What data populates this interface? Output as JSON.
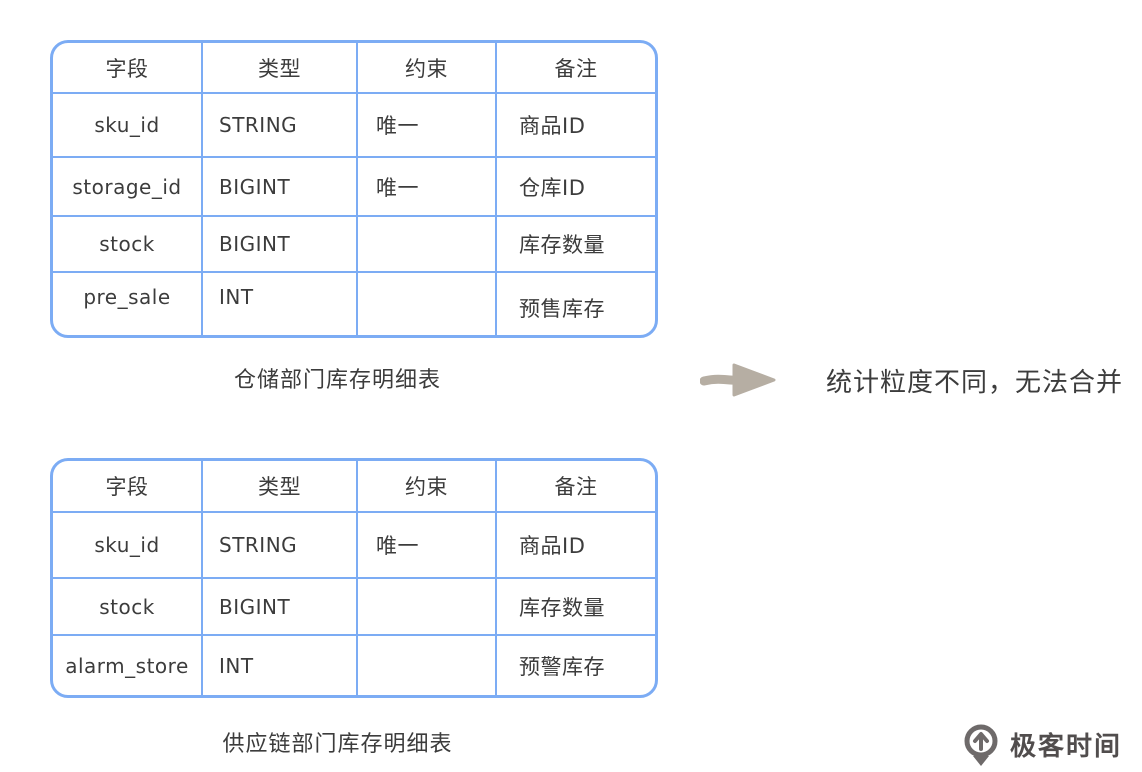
{
  "colors": {
    "table_border": "#7cacf4",
    "text": "#3c3c3c",
    "arrow": "#b6aea3",
    "logo_icon": "#6e6a6a",
    "logo_text": "#514d4d"
  },
  "tables": [
    {
      "caption": "仓储部门库存明细表",
      "headers": [
        "字段",
        "类型",
        "约束",
        "备注"
      ],
      "rows": [
        [
          "sku_id",
          "STRING",
          "唯一",
          "商品ID"
        ],
        [
          "storage_id",
          "BIGINT",
          "唯一",
          "仓库ID"
        ],
        [
          "stock",
          "BIGINT",
          "",
          "库存数量"
        ],
        [
          "pre_sale",
          "INT",
          "",
          "预售库存"
        ]
      ]
    },
    {
      "caption": "供应链部门库存明细表",
      "headers": [
        "字段",
        "类型",
        "约束",
        "备注"
      ],
      "rows": [
        [
          "sku_id",
          "STRING",
          "唯一",
          "商品ID"
        ],
        [
          "stock",
          "BIGINT",
          "",
          "库存数量"
        ],
        [
          "alarm_store",
          "INT",
          "",
          "预警库存"
        ]
      ]
    }
  ],
  "annotation": {
    "text": "统计粒度不同，无法合并"
  },
  "icons": {
    "arrow": "right-arrow-icon",
    "logo": "geektime-logo-icon"
  },
  "logo": {
    "text": "极客时间"
  }
}
